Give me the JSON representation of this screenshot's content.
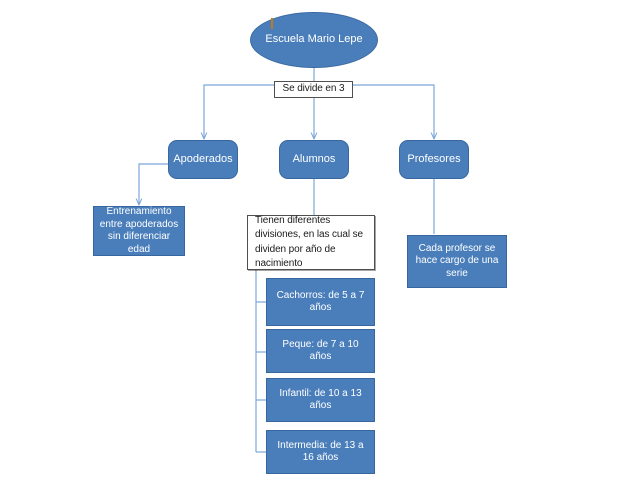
{
  "diagram": {
    "title": "Escuela Mario Lepe",
    "root": {
      "id": "escuela",
      "label": "Escuela Mario Lepe",
      "shape": "oval",
      "style": "blue"
    },
    "divider_label": {
      "id": "se-divide-en-3",
      "label": "Se divide en 3",
      "shape": "tag",
      "style": "white"
    },
    "branches": [
      {
        "id": "apoderados",
        "label": "Apoderados",
        "shape": "rounded",
        "style": "blue"
      },
      {
        "id": "alumnos",
        "label": "Alumnos",
        "shape": "rounded",
        "style": "blue"
      },
      {
        "id": "profesores",
        "label": "Profesores",
        "shape": "rounded",
        "style": "blue"
      }
    ],
    "details": [
      {
        "id": "entrenamiento-apoderados",
        "parent": "apoderados",
        "label": "Entrenamiento entre apoderados sin diferenciar edad",
        "shape": "square",
        "style": "blue"
      },
      {
        "id": "divisiones-nota",
        "parent": "alumnos",
        "label": "Tienen diferentes divisiones, en las cual se dividen por año de nacimiento",
        "shape": "note",
        "style": "white"
      },
      {
        "id": "profesor-serie",
        "parent": "profesores",
        "label": "Cada profesor se hace cargo de una serie",
        "shape": "square",
        "style": "blue"
      }
    ],
    "divisions": [
      {
        "id": "cachorros",
        "label": "Cachorros: de 5 a 7 años",
        "name": "Cachorros",
        "age_from": 5,
        "age_to": 7,
        "shape": "square",
        "style": "blue"
      },
      {
        "id": "peque",
        "label": "Peque: de 7 a 10 años",
        "name": "Peque",
        "age_from": 7,
        "age_to": 10,
        "shape": "square",
        "style": "blue"
      },
      {
        "id": "infantil",
        "label": "Infantil: de 10 a 13 años",
        "name": "Infantil",
        "age_from": 10,
        "age_to": 13,
        "shape": "square",
        "style": "blue"
      },
      {
        "id": "intermedia",
        "label": "Intermedia: de 13 a 16 años",
        "name": "Intermedia",
        "age_from": 13,
        "age_to": 16,
        "shape": "square",
        "style": "blue"
      }
    ],
    "colors": {
      "shape_fill": "#4A7EBB",
      "shape_border": "#37679E",
      "shape_text": "#FFFFFF",
      "connector": "#7CA6D8",
      "note_fill": "#FFFFFF",
      "note_border": "#4F4F4F",
      "note_text": "#1A1A1A",
      "canvas": "#FFFFFF",
      "cursor_tick": "#C07A20"
    }
  }
}
